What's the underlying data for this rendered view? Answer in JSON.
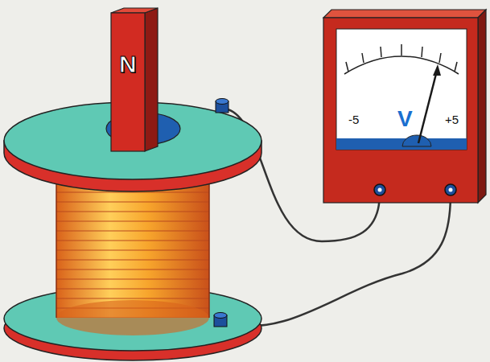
{
  "diagram": {
    "labels": [
      "N",
      "-5",
      "V",
      "+5"
    ]
  }
}
